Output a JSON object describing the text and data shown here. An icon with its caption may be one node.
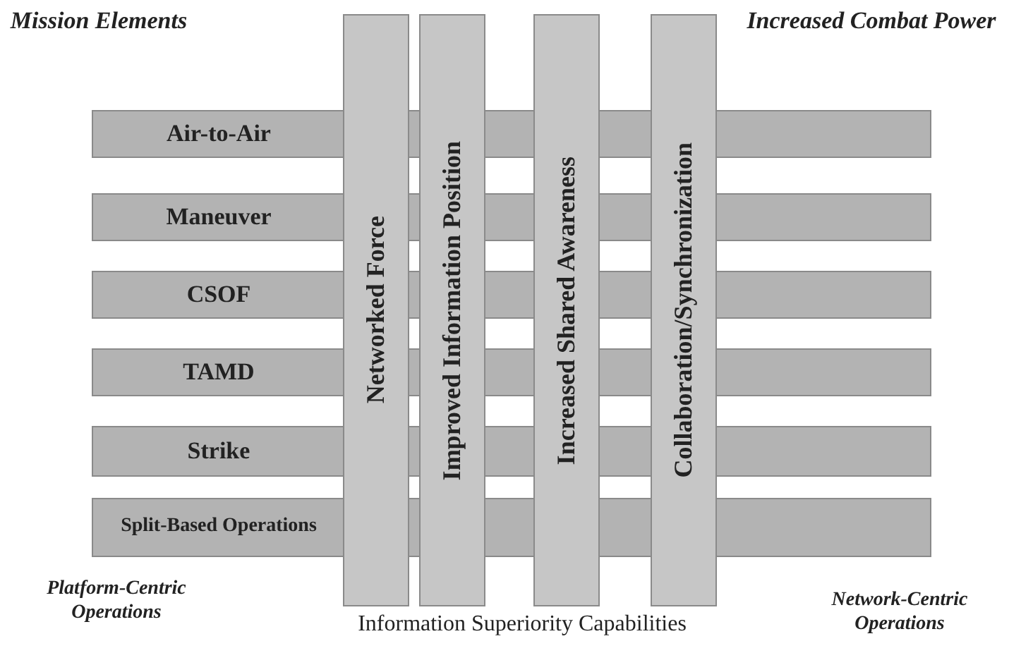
{
  "diagram": {
    "nodes": [
      {
        "text": [
          "Air-to-Air"
        ]
      },
      {
        "text": [
          "Maneuver"
        ]
      },
      {
        "text": [
          "CSOF"
        ]
      },
      {
        "text": [
          "TAMD"
        ]
      },
      {
        "text": [
          "Strike"
        ]
      },
      {
        "text": [
          "Split-Based Operations"
        ]
      },
      {
        "text": [
          "Networked Force"
        ]
      },
      {
        "text": [
          "Improved Information Position"
        ]
      },
      {
        "text": [
          "Increased Shared Awareness"
        ]
      },
      {
        "text": [
          "Collaboration/Synchronization"
        ]
      }
    ],
    "edges": [],
    "labels": [
      "Mission Elements",
      "Increased Combat Power",
      "Platform-Centric Operations",
      "Network-Centric Operations",
      "Information Superiority Capabilities"
    ]
  }
}
